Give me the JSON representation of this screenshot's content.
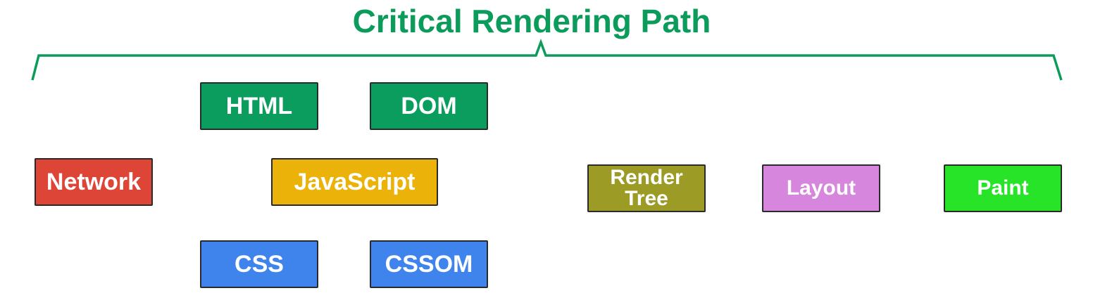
{
  "title": "Critical Rendering Path",
  "colors": {
    "title": "#0b9b5a",
    "brace": "#0b9b5a",
    "html": "#0a9d5d",
    "dom": "#0a9d5d",
    "network": "#dd4537",
    "javascript": "#ebb20a",
    "render_tree": "#9c9b26",
    "layout": "#d786de",
    "paint": "#27e428",
    "css": "#3f84ed",
    "cssom": "#3f84ed"
  },
  "boxes": {
    "html": "HTML",
    "dom": "DOM",
    "network": "Network",
    "javascript": "JavaScript",
    "render_tree": "Render\nTree",
    "layout": "Layout",
    "paint": "Paint",
    "css": "CSS",
    "cssom": "CSSOM"
  }
}
